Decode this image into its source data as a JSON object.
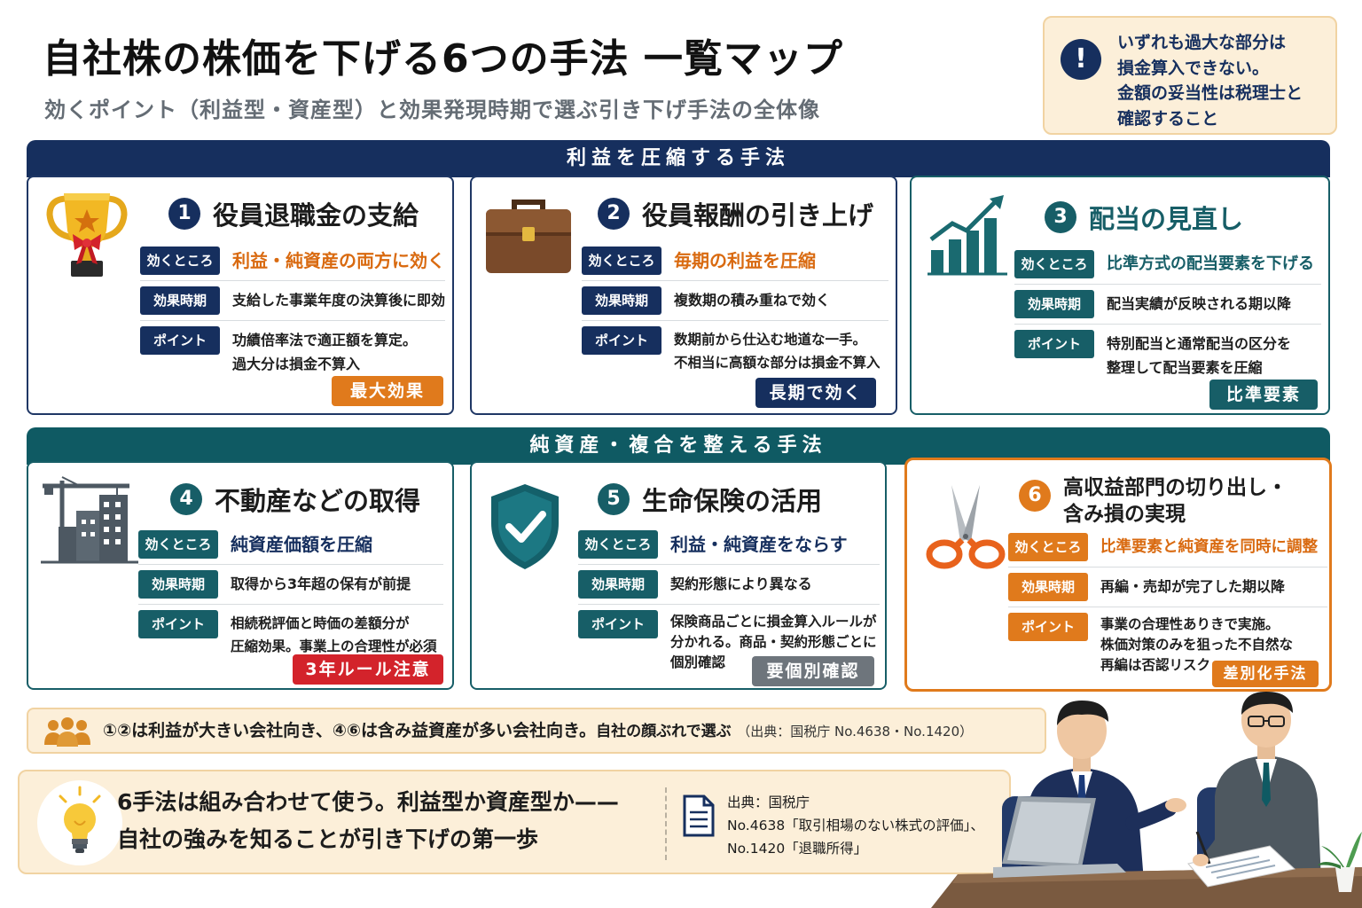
{
  "header": {
    "title": "自社株の株価を下げる6つの手法 一覧マップ",
    "subtitle": "効くポイント（利益型・資産型）と効果発現時期で選ぶ引き下げ手法の全体像"
  },
  "warning": {
    "icon": "exclamation-icon",
    "lines": [
      "いずれも過大な部分は",
      "損金算入できない。",
      "金額の妥当性は税理士と",
      "確認すること"
    ]
  },
  "labels": {
    "effect": "効くところ",
    "timing": "効果時期",
    "point": "ポイント"
  },
  "sections": [
    {
      "title": "利益を圧縮する手法",
      "color": "#162f5e"
    },
    {
      "title": "純資産・複合を整える手法",
      "color": "#0f5a63"
    }
  ],
  "methods": [
    {
      "num": "1",
      "title": "役員退職金の支給",
      "icon": "trophy-icon",
      "effect": "利益・純資産の両方に効く",
      "timing": "支給した事業年度の決算後に即効",
      "point": [
        "功績倍率法で適正額を算定。",
        "過大分は損金不算入"
      ],
      "tag": "最大効果",
      "tag_color": "#e07a1c"
    },
    {
      "num": "2",
      "title": "役員報酬の引き上げ",
      "icon": "briefcase-icon",
      "effect": "毎期の利益を圧縮",
      "timing": "複数期の積み重ねで効く",
      "point": [
        "数期前から仕込む地道な一手。",
        "不相当に高額な部分は損金不算入"
      ],
      "tag": "長期で効く",
      "tag_color": "#162f5e"
    },
    {
      "num": "3",
      "title": "配当の見直し",
      "icon": "bar-chart-icon",
      "effect": "比準方式の配当要素を下げる",
      "timing": "配当実績が反映される期以降",
      "point": [
        "特別配当と通常配当の区分を",
        "整理して配当要素を圧縮"
      ],
      "tag": "比準要素",
      "tag_color": "#175e67"
    },
    {
      "num": "4",
      "title": "不動産などの取得",
      "icon": "building-crane-icon",
      "effect": "純資産価額を圧縮",
      "timing": "取得から3年超の保有が前提",
      "point": [
        "相続税評価と時価の差額分が",
        "圧縮効果。事業上の合理性が必須"
      ],
      "tag": "3年ルール注意",
      "tag_color": "#d3232b"
    },
    {
      "num": "5",
      "title": "生命保険の活用",
      "icon": "shield-check-icon",
      "effect": "利益・純資産をならす",
      "timing": "契約形態により異なる",
      "point": [
        "保険商品ごとに損金算入ルールが",
        "分かれる。商品・契約形態ごとに",
        "個別確認"
      ],
      "tag": "要個別確認",
      "tag_color": "#6e757c"
    },
    {
      "num": "6",
      "title_lines": [
        "高収益部門の切り出し・",
        "含み損の実現"
      ],
      "icon": "scissors-icon",
      "effect": "比準要素と純資産を同時に調整",
      "timing": "再編・売却が完了した期以降",
      "point": [
        "事業の合理性ありきで実施。",
        "株価対策のみを狙った不自然な",
        "再編は否認リスク"
      ],
      "tag": "差別化手法",
      "tag_color": "#e07a1c"
    }
  ],
  "note": {
    "icon": "people-group-icon",
    "main": "①②は利益が大きい会社向き、④⑥は含み益資産が多い会社向き。",
    "tail": "自社の顔ぶれで選ぶ",
    "source": "（出典：国税庁 No.4638・No.1420）"
  },
  "conclusion": {
    "icon": "lightbulb-icon",
    "lines": [
      "6手法は組み合わせて使う。利益型か資産型か——",
      "自社の強みを知ることが引き下げの第一歩"
    ]
  },
  "sources": {
    "icon": "document-icon",
    "lines": [
      "出典：国税庁",
      "No.4638「取引相場のない株式の評価」、",
      "No.1420「退職所得」"
    ]
  },
  "illustration": {
    "icon": "business-meeting-illustration"
  }
}
